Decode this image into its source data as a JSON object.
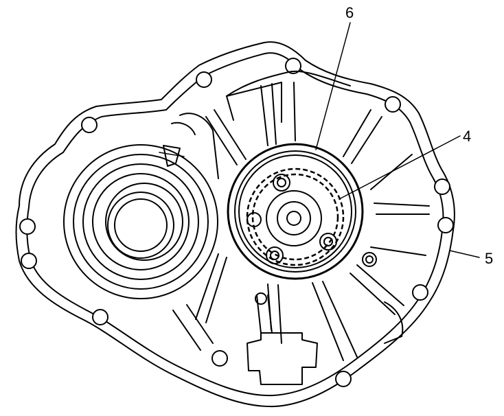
{
  "callouts": [
    {
      "id": "callout-6",
      "text": "6"
    },
    {
      "id": "callout-4",
      "text": "4"
    },
    {
      "id": "callout-5",
      "text": "5"
    }
  ],
  "colors": {
    "line": "#000000",
    "background": "#ffffff"
  }
}
